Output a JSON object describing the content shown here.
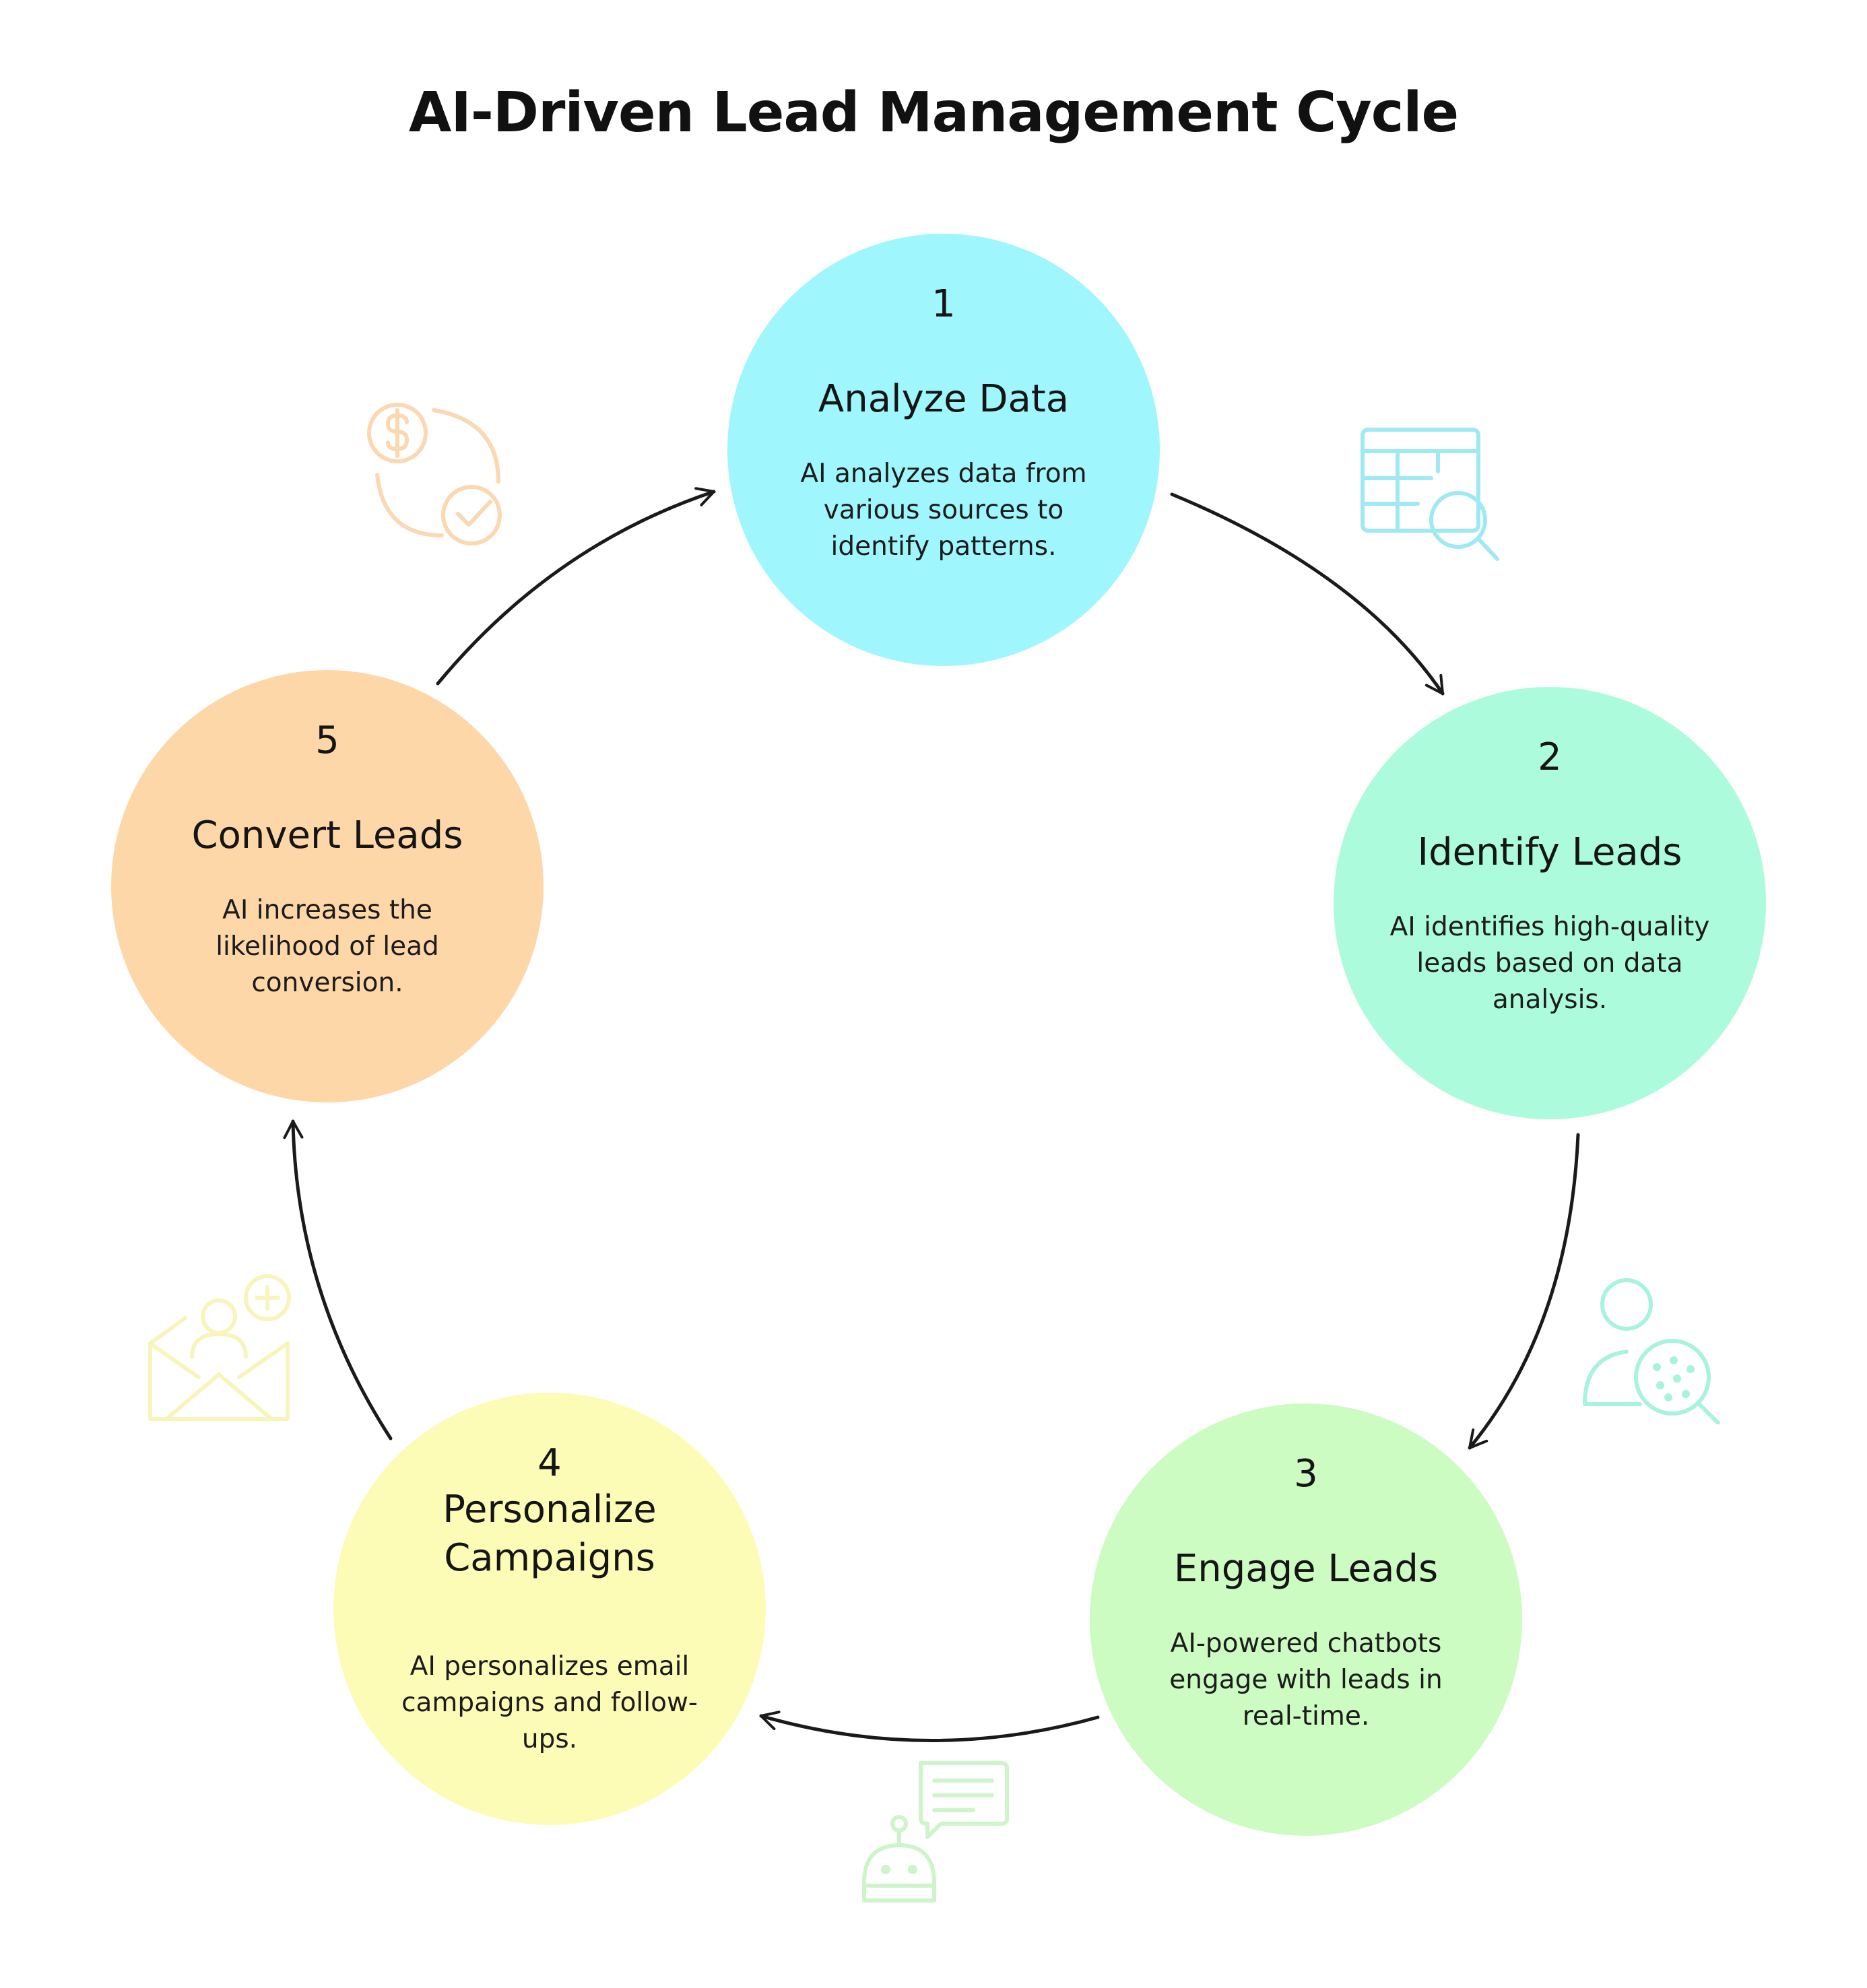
{
  "title": "AI-Driven Lead Management Cycle",
  "steps": [
    {
      "number": "1",
      "title": "Analyze Data",
      "description": "AI analyzes data from various sources to identify patterns.",
      "color": "#9ff6fc",
      "icon": "data-table-search-icon",
      "icon_color": "#9ee9f3"
    },
    {
      "number": "2",
      "title": "Identify Leads",
      "description": "AI identifies high-quality leads based on data analysis.",
      "color": "#adfbdd",
      "icon": "user-search-icon",
      "icon_color": "#a8f3dd"
    },
    {
      "number": "3",
      "title": "Engage Leads",
      "description": "AI-powered chatbots engage with leads in real-time.",
      "color": "#ccfcc2",
      "icon": "chatbot-icon",
      "icon_color": "#cdf5c9"
    },
    {
      "number": "4",
      "title": "Personalize Campaigns",
      "description": "AI personalizes email campaigns and follow-ups.",
      "color": "#fdfcb6",
      "icon": "email-user-add-icon",
      "icon_color": "#f8f5bc"
    },
    {
      "number": "5",
      "title": "Convert Leads",
      "description": "AI increases the likelihood of lead conversion.",
      "color": "#fdd7a8",
      "icon": "dollar-check-cycle-icon",
      "icon_color": "#fbd7b2"
    }
  ]
}
